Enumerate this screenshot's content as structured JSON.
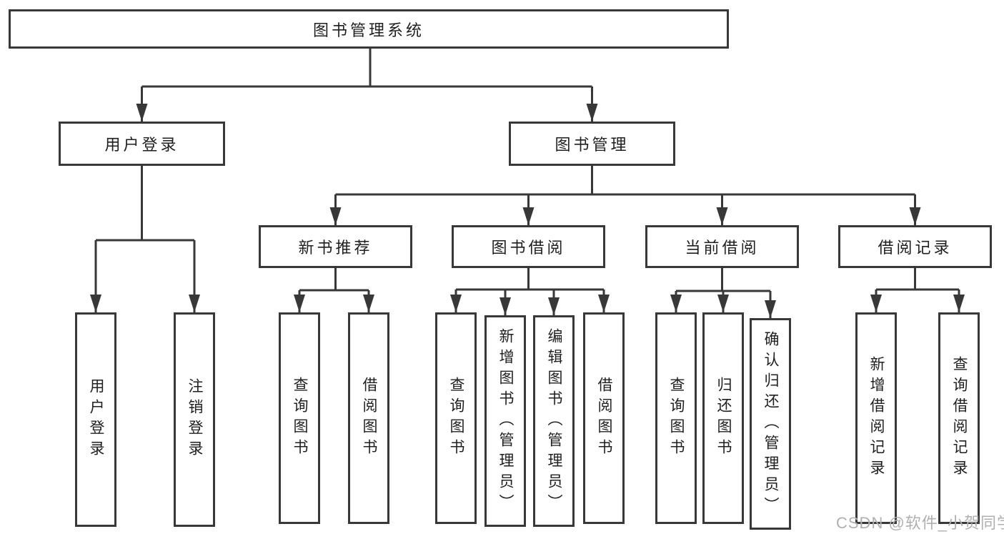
{
  "root": {
    "label": "图书管理系统"
  },
  "user_login_branch": {
    "label": "用户登录",
    "leaves": [
      {
        "label": "用户登录"
      },
      {
        "label": "注销登录"
      }
    ]
  },
  "book_mgmt_branch": {
    "label": "图书管理",
    "groups": [
      {
        "label": "新书推荐",
        "leaves": [
          {
            "label": "查询图书"
          },
          {
            "label": "借阅图书"
          }
        ]
      },
      {
        "label": "图书借阅",
        "leaves": [
          {
            "label": "查询图书"
          },
          {
            "label": "新增图书（管理员）"
          },
          {
            "label": "编辑图书（管理员）"
          },
          {
            "label": "借阅图书"
          }
        ]
      },
      {
        "label": "当前借阅",
        "leaves": [
          {
            "label": "查询图书"
          },
          {
            "label": "归还图书"
          },
          {
            "label": "确认归还（管理员）"
          }
        ]
      },
      {
        "label": "借阅记录",
        "leaves": [
          {
            "label": "新增借阅记录"
          },
          {
            "label": "查询借阅记录"
          }
        ]
      }
    ]
  },
  "watermark": {
    "text": "CSDN @软件_小贺同学"
  },
  "colors": {
    "line": "#383838",
    "text": "#1f1f1f",
    "watermark": "#b0b0b0",
    "background": "#ffffff"
  }
}
